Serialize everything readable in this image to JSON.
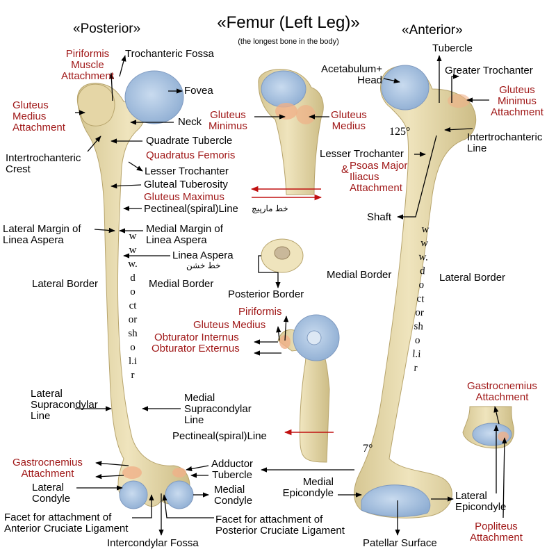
{
  "colors": {
    "label": "#000000",
    "muscle_label": "#a01818",
    "bone": "#e9dcae",
    "cartilage": "#a9c3e0",
    "attachment": "#f0b088",
    "arrow_red": "#c01010"
  },
  "titles": {
    "main": "«Femur (Left Leg)»",
    "subtitle": "(the longest bone in the body)",
    "posterior": "«Posterior»",
    "anterior": "«Anterior»"
  },
  "posterior_labels": {
    "piriformis_attachment": "Piriformis\nMuscle\nAttachment",
    "trochanteric_fossa": "Trochanteric Fossa",
    "fovea": "Fovea",
    "gluteus_medius_attachment": "Gluteus\nMedius\nAttachment",
    "neck": "Neck",
    "quadrate_tubercle": "Quadrate Tubercle",
    "quadratus_femoris": "Quadratus Femoris",
    "intertrochanteric_crest": "Intertrochanteric\nCrest",
    "lesser_trochanter": "Lesser Trochanter",
    "gluteal_tuberosity": "Gluteal Tuberosity",
    "gluteus_maximus": "Gluteus Maximus",
    "pectineal_line": "Pectineal(spiral)Line",
    "pectineal_line_persian": "خط مارپیچ",
    "lateral_margin": "Lateral Margin of\nLinea Aspera",
    "medial_margin": "Medial Margin of\nLinea Aspera",
    "linea_aspera": "Linea Aspera",
    "linea_aspera_persian": "خط خشن",
    "lateral_border": "Lateral Border",
    "medial_border": "Medial Border",
    "lateral_supracondylar": "Lateral\nSupracondylar\nLine",
    "medial_supracondylar": "Medial\nSupracondylar\nLine",
    "gastrocnemius_attachment": "Gastrocnemius\nAttachment",
    "adductor_tubercle": "Adductor\nTubercle",
    "lateral_condyle": "Lateral\nCondyle",
    "medial_condyle": "Medial\nCondyle",
    "facet_acl": "Facet for attachment of\nAnterior Cruciate Ligament",
    "facet_pcl": "Facet for attachment of\nPosterior Cruciate Ligament",
    "intercondylar_fossa": "Intercondylar Fossa"
  },
  "middle_labels": {
    "gluteus_minimus": "Gluteus\nMinimus",
    "gluteus_medius": "Gluteus\nMedius",
    "posterior_border": "Posterior Border",
    "piriformis": "Piriformis",
    "gluteus_medius_2": "Gluteus Medius",
    "obturator_internus": "Obturator Internus",
    "obturator_externus": "Obturator Externus",
    "pectineal_line_2": "Pectineal(spiral)Line"
  },
  "anterior_labels": {
    "tubercle": "Tubercle",
    "acetabulum_head": "Acetabulum+\nHead",
    "greater_trochanter": "Greater Trochanter",
    "gluteus_minimus_attachment": "Gluteus\nMinimus\nAttachment",
    "angle_125": "125°",
    "intertrochanteric_line": "Intertrochanteric\nLine",
    "lesser_trochanter": "Lesser Trochanter",
    "amp": "&",
    "psoas_iliacus": "Psoas Major\nIliacus\nAttachment",
    "shaft": "Shaft",
    "medial_border": "Medial Border",
    "lateral_border": "Lateral Border",
    "gastrocnemius_attachment": "Gastrocnemius\nAttachment",
    "angle_7": "7°",
    "medial_epicondyle": "Medial\nEpicondyle",
    "lateral_epicondyle": "Lateral\nEpicondyle",
    "popliteus_attachment": "Popliteus\nAttachment",
    "patellar_surface": "Patellar Surface"
  },
  "watermark": {
    "posterior": "www.doctorshol.ir",
    "anterior": "www.doctorshol.ir"
  }
}
